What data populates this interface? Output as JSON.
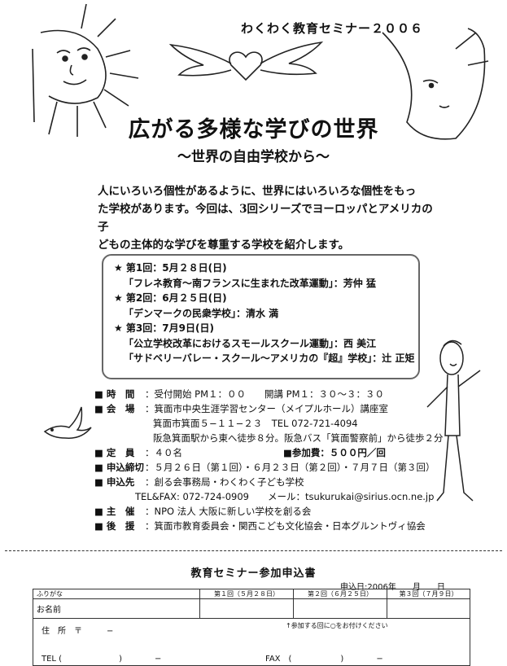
{
  "header": {
    "series": "わくわく教育セミナー２００６",
    "title": "広がる多様な学びの世界",
    "subtitle": "〜世界の自由学校から〜"
  },
  "intro": [
    "人にいろいろ個性があるように、世界にはいろいろな個性をもっ",
    "た学校があります。今回は、3回シリーズでヨーロッパとアメリカの子",
    "どもの主体的な学びを尊重する学校を紹介します。"
  ],
  "program": [
    "★ 第1回：5月２８日(日)",
    "「フレネ教育〜南フランスに生まれた改革運動」：芳仲 猛",
    "★ 第2回：6月２５日(日)",
    "「デンマークの民衆学校」：清水 満",
    "★ 第3回：7月9日(日)",
    "「公立学校改革におけるスモールスクール運動」：西 美江",
    "「サドベリーバレー・スクール〜アメリカの『超』学校」：辻 正矩"
  ],
  "info": {
    "time_label": "■ 時　間",
    "time_value": "：受付開始 PM１：００　　開講 PM１：３０〜３：３０",
    "venue_label": "■ 会　場",
    "venue_value": "：箕面市中央生涯学習センター（メイプルホール）講座室",
    "venue_address": "箕面市箕面５−１１−２３　TEL 072-721-4094",
    "venue_access": "阪急箕面駅から東へ徒歩８分。阪急バス「箕面警察前」から徒歩２分",
    "capacity_label": "■ 定　員",
    "capacity_value": "：４０名",
    "fee": "■参加費：５００円／回",
    "deadline_label": "■ 申込締切",
    "deadline_value": "：５月２６日（第１回）・６月２３日（第２回）・７月７日（第３回）",
    "apply_label": "■ 申込先",
    "apply_value": "：創る会事務局・わくわく子ども学校",
    "contact": "TEL&FAX: 072-724-0909　　メール：tsukurukai@sirius.ocn.ne.jp",
    "host_label": "■ 主　催",
    "host_value": "：NPO 法人 大阪に新しい学校を創る会",
    "support_label": "■ 後　援",
    "support_value": "：箕面市教育委員会・関西こども文化協会・日本グルントヴィ協会"
  },
  "form": {
    "title": "教育セミナー参加申込書",
    "apply_date": "申込日:2006年　　月　　日",
    "furigana": "ふりがな",
    "col1": "第１回（５月２８日）",
    "col2": "第２回（６月２５日）",
    "col3": "第３回（７月９日）",
    "name": "お名前",
    "address": "住　所　〒　　　−",
    "note": "↑参加する回に○をお付けください",
    "tel": "TEL (　　　　　　　)　　　　−",
    "fax": "FAX　(　　　　　　)　　　　−"
  }
}
